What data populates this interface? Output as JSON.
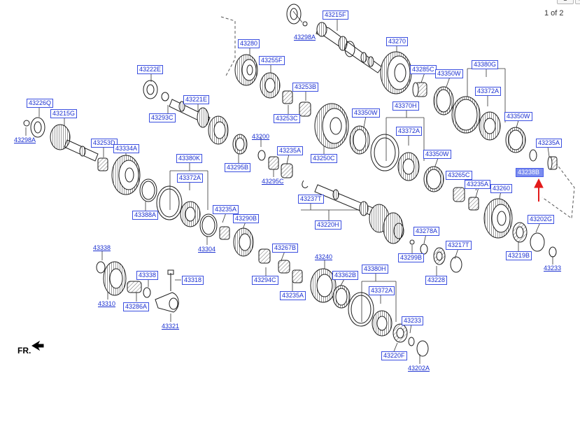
{
  "page_indicator": "1 of 2",
  "nav": {
    "prev_symbol": "▲",
    "next_symbol": "▼"
  },
  "direction_label": "FR.",
  "highlight_color": "#7a8cf0",
  "arrow_color": "#e31b1b",
  "callouts": [
    {
      "id": "43215F",
      "label": "43215F"
    },
    {
      "id": "43298A-top",
      "label": "43298A"
    },
    {
      "id": "43280",
      "label": "43280"
    },
    {
      "id": "43255F",
      "label": "43255F"
    },
    {
      "id": "43270",
      "label": "43270"
    },
    {
      "id": "43285C",
      "label": "43285C"
    },
    {
      "id": "43350W-1",
      "label": "43350W"
    },
    {
      "id": "43380G",
      "label": "43380G"
    },
    {
      "id": "43372A-1",
      "label": "43372A"
    },
    {
      "id": "43222E",
      "label": "43222E"
    },
    {
      "id": "43221E",
      "label": "43221E"
    },
    {
      "id": "43293C",
      "label": "43293C"
    },
    {
      "id": "43253B",
      "label": "43253B"
    },
    {
      "id": "43253C",
      "label": "43253C"
    },
    {
      "id": "43350W-2",
      "label": "43350W"
    },
    {
      "id": "43370H",
      "label": "43370H"
    },
    {
      "id": "43372A-2",
      "label": "43372A"
    },
    {
      "id": "43350W-3",
      "label": "43350W"
    },
    {
      "id": "43226Q",
      "label": "43226Q"
    },
    {
      "id": "43215G",
      "label": "43215G"
    },
    {
      "id": "43298A-left",
      "label": "43298A"
    },
    {
      "id": "43253D",
      "label": "43253D"
    },
    {
      "id": "43334A",
      "label": "43334A"
    },
    {
      "id": "43200",
      "label": "43200"
    },
    {
      "id": "43295B",
      "label": "43295B"
    },
    {
      "id": "43235A-1",
      "label": "43235A"
    },
    {
      "id": "43295C",
      "label": "43295C"
    },
    {
      "id": "43250C",
      "label": "43250C"
    },
    {
      "id": "43350W-4",
      "label": "43350W"
    },
    {
      "id": "43235A-2",
      "label": "43235A"
    },
    {
      "id": "43238B",
      "label": "43238B",
      "highlighted": true
    },
    {
      "id": "43380K",
      "label": "43380K"
    },
    {
      "id": "43372A-3",
      "label": "43372A"
    },
    {
      "id": "43237T",
      "label": "43237T"
    },
    {
      "id": "43265C",
      "label": "43265C"
    },
    {
      "id": "43235A-3",
      "label": "43235A"
    },
    {
      "id": "43260",
      "label": "43260"
    },
    {
      "id": "43388A",
      "label": "43388A"
    },
    {
      "id": "43235A-4",
      "label": "43235A"
    },
    {
      "id": "43290B",
      "label": "43290B"
    },
    {
      "id": "43220H",
      "label": "43220H"
    },
    {
      "id": "43278A",
      "label": "43278A"
    },
    {
      "id": "43202G",
      "label": "43202G"
    },
    {
      "id": "43304",
      "label": "43304"
    },
    {
      "id": "43338-top",
      "label": "43338"
    },
    {
      "id": "43267B",
      "label": "43267B"
    },
    {
      "id": "43217T",
      "label": "43217T"
    },
    {
      "id": "43299B",
      "label": "43299B"
    },
    {
      "id": "43219B",
      "label": "43219B"
    },
    {
      "id": "43240",
      "label": "43240"
    },
    {
      "id": "43380H",
      "label": "43380H"
    },
    {
      "id": "43233-right",
      "label": "43233"
    },
    {
      "id": "43338-mid",
      "label": "43338"
    },
    {
      "id": "43318",
      "label": "43318"
    },
    {
      "id": "43294C",
      "label": "43294C"
    },
    {
      "id": "43362B",
      "label": "43362B"
    },
    {
      "id": "43228",
      "label": "43228"
    },
    {
      "id": "43372A-4",
      "label": "43372A"
    },
    {
      "id": "43310",
      "label": "43310"
    },
    {
      "id": "43286A",
      "label": "43286A"
    },
    {
      "id": "43235A-5",
      "label": "43235A"
    },
    {
      "id": "43233-bottom",
      "label": "43233"
    },
    {
      "id": "43321",
      "label": "43321"
    },
    {
      "id": "43220F",
      "label": "43220F"
    },
    {
      "id": "43202A",
      "label": "43202A"
    }
  ]
}
